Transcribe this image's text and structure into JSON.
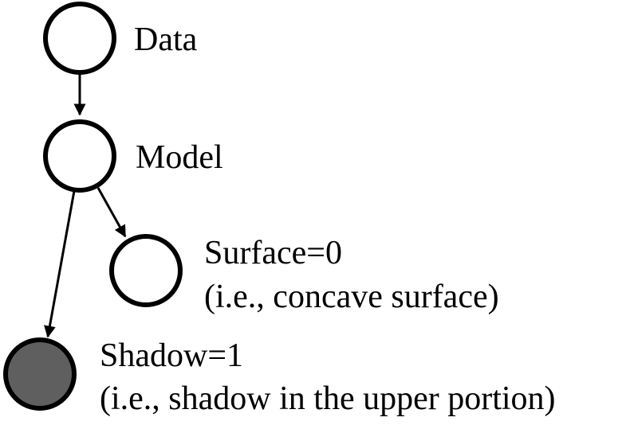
{
  "diagram": {
    "nodes": {
      "data": {
        "label": "Data",
        "fill": "#ffffff"
      },
      "model": {
        "label": "Model",
        "fill": "#ffffff"
      },
      "surface": {
        "label_line1": "Surface=0",
        "label_line2": "(i.e., concave surface)",
        "fill": "#ffffff"
      },
      "shadow": {
        "label_line1": "Shadow=1",
        "label_line2": "(i.e., shadow in the upper portion)",
        "fill": "#5f5f5f"
      }
    },
    "edges": [
      {
        "from": "data",
        "to": "model"
      },
      {
        "from": "model",
        "to": "surface"
      },
      {
        "from": "model",
        "to": "shadow"
      }
    ],
    "stroke_color": "#000000"
  }
}
